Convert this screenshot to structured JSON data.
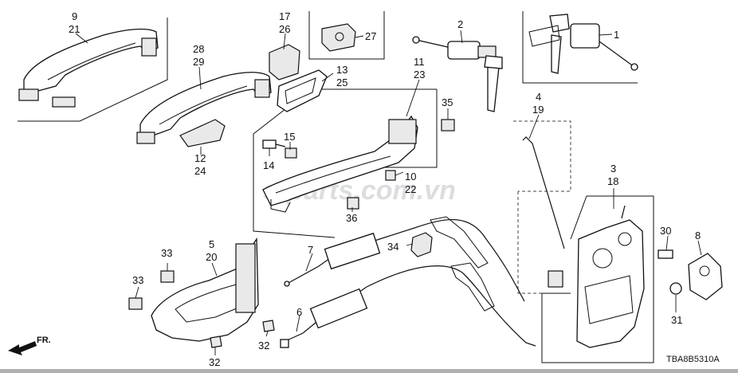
{
  "diagram": {
    "callouts": {
      "c1": "1",
      "c2": "2",
      "c3": "3",
      "c4": "4",
      "c5": "5",
      "c6": "6",
      "c7": "7",
      "c8": "8",
      "c9": "9",
      "c10": "10",
      "c11": "11",
      "c12": "12",
      "c13": "13",
      "c14": "14",
      "c15": "15",
      "c17": "17",
      "c18": "18",
      "c19": "19",
      "c20": "20",
      "c21": "21",
      "c22": "22",
      "c23": "23",
      "c24": "24",
      "c25": "25",
      "c26": "26",
      "c27": "27",
      "c28": "28",
      "c29": "29",
      "c30": "30",
      "c31": "31",
      "c32a": "32",
      "c32b": "32",
      "c33a": "33",
      "c33b": "33",
      "c34": "34",
      "c35": "35",
      "c36": "36"
    },
    "diagram_code": "TBA8B5310A",
    "direction_label": "FR.",
    "watermark": "s-parts.com.vn"
  }
}
